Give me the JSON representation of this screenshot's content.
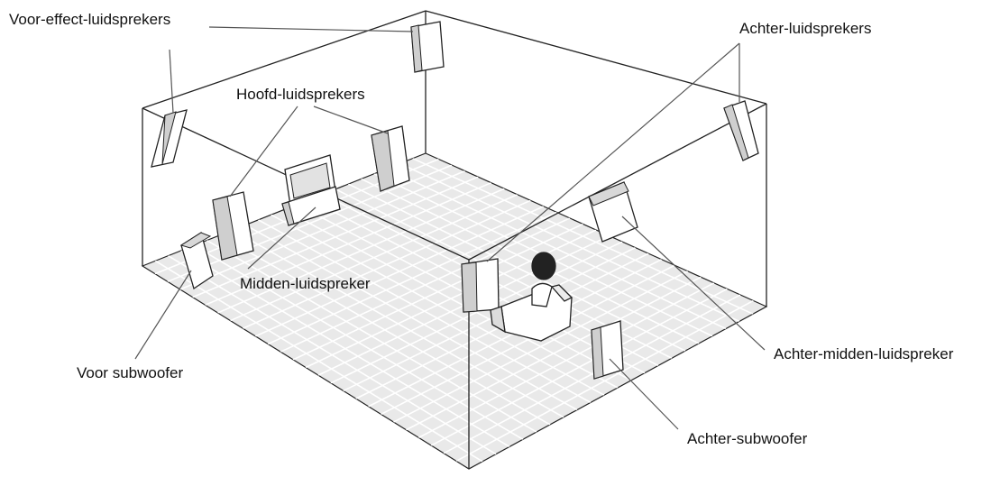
{
  "labels": {
    "voor_effect": "Voor-effect-luidsprekers",
    "achter": "Achter-luidsprekers",
    "hoofd": "Hoofd-luidsprekers",
    "midden": "Midden-luidspreker",
    "voor_subwoofer": "Voor subwoofer",
    "achter_midden": "Achter-midden-luidspreker",
    "achter_subwoofer": "Achter-subwoofer"
  },
  "colors": {
    "line": "#222222",
    "floor": "#e9e9e9",
    "floor_grid": "#ffffff",
    "speaker_front": "#ffffff",
    "speaker_side": "#cfcfcf",
    "pointer": "#555555"
  }
}
